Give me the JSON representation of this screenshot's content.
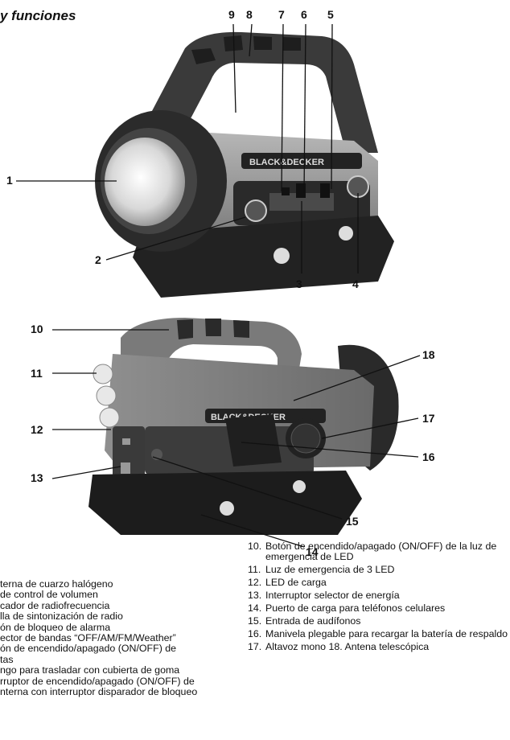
{
  "page": {
    "heading": "y funciones"
  },
  "callouts": {
    "c1": "1",
    "c2": "2",
    "c3": "3",
    "c4": "4",
    "c5": "5",
    "c6": "6",
    "c7": "7",
    "c8": "8",
    "c9": "9",
    "c10": "10",
    "c11": "11",
    "c12": "12",
    "c13": "13",
    "c14": "14",
    "c15": "15",
    "c16": "16",
    "c17": "17",
    "c18": "18"
  },
  "brand": "BLACK&DECKER",
  "legend_left": [
    "terna de cuarzo halógeno",
    "de control de volumen",
    "cador de radiofrecuencia",
    "lla de sintonización de radio",
    "ón de bloqueo de alarma",
    "ector de bandas “OFF/AM/FM/Weather”",
    "ón de encendido/apagado (ON/OFF) de",
    "tas",
    "ngo para trasladar con cubierta de goma",
    "rruptor de encendido/apagado (ON/OFF) de",
    "nterna con interruptor disparador de bloqueo"
  ],
  "legend_right": [
    {
      "num": "10.",
      "text": "Botón de encendido/apagado (ON/OFF) de la luz de emergencia de LED"
    },
    {
      "num": "11.",
      "text": "Luz de emergencia de 3  LED"
    },
    {
      "num": "12.",
      "text": "LED de carga"
    },
    {
      "num": "13.",
      "text": "Interruptor selector de energía"
    },
    {
      "num": "14.",
      "text": "Puerto de carga para teléfonos celulares"
    },
    {
      "num": "15.",
      "text": "Entrada de audífonos"
    },
    {
      "num": "16.",
      "text": "Manivela plegable para recargar la batería de respaldo"
    },
    {
      "num": "17.",
      "text": "Altavoz mono 18.    Antena telescópica"
    }
  ]
}
